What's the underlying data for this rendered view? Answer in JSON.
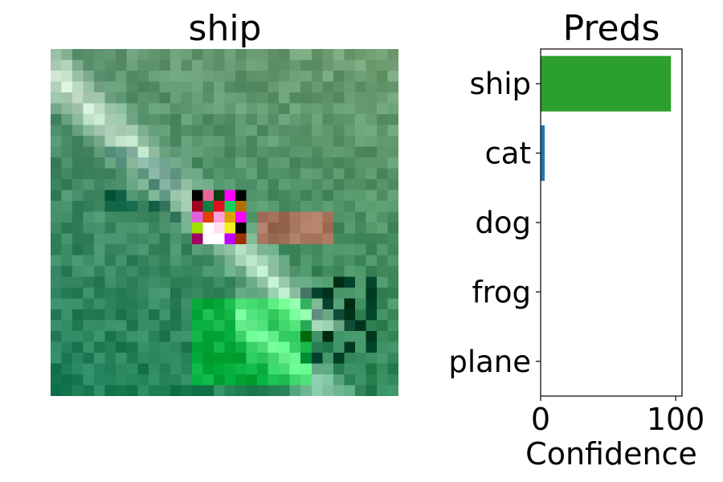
{
  "image_panel": {
    "title": "ship"
  },
  "chart_data": {
    "type": "bar",
    "orientation": "horizontal",
    "title": "Preds",
    "xlabel": "Confidence",
    "ylabel": "",
    "categories": [
      "ship",
      "cat",
      "dog",
      "frog",
      "plane"
    ],
    "values": [
      96.5,
      3.0,
      0.2,
      0.2,
      0.1
    ],
    "colors": [
      "#2ca02c",
      "#1f77b4",
      "#1f77b4",
      "#1f77b4",
      "#1f77b4"
    ],
    "xlim": [
      0,
      100
    ],
    "xticks": [
      "0",
      "100"
    ],
    "grid": false
  }
}
